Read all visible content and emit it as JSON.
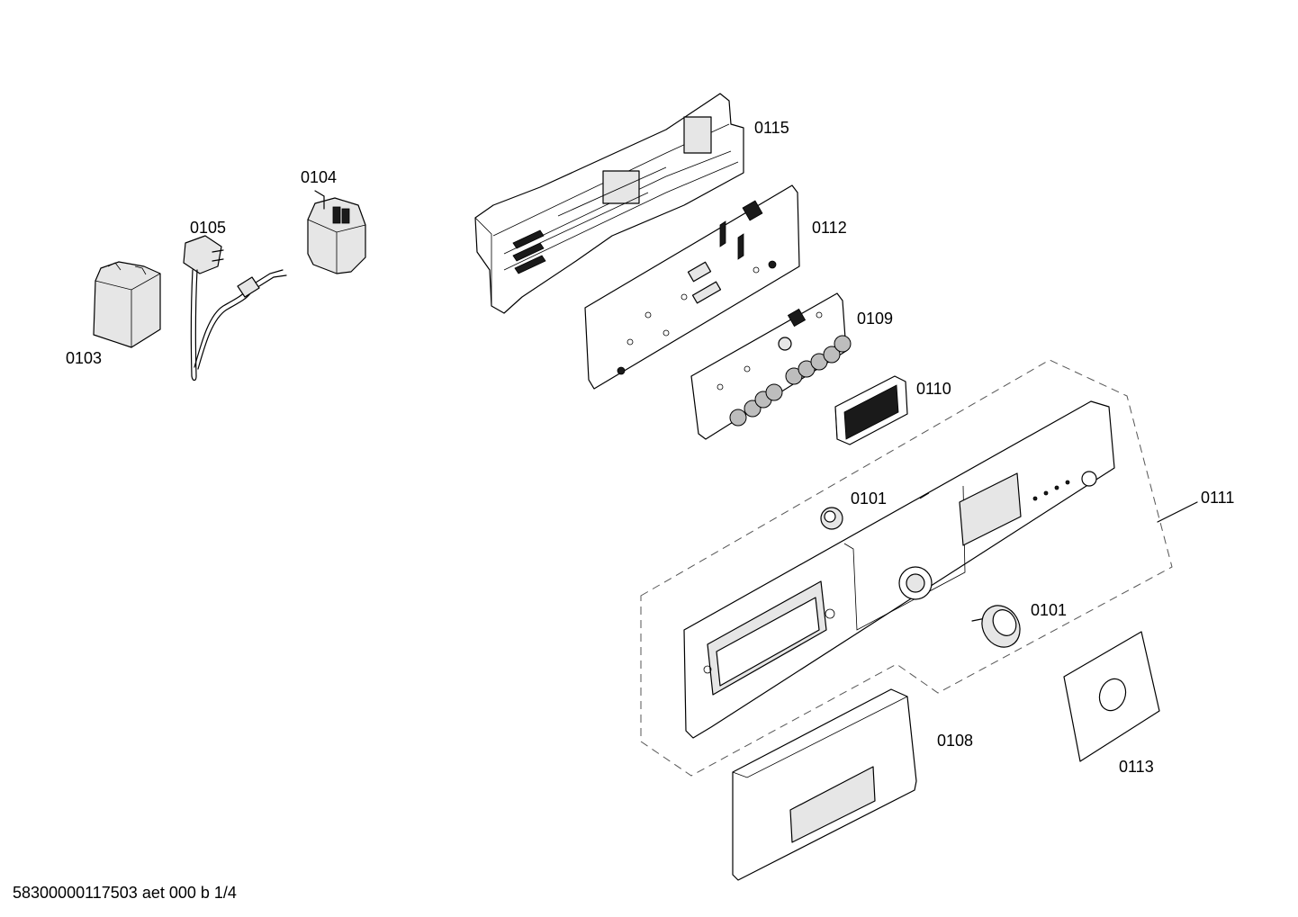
{
  "parts": [
    {
      "id": "p0103",
      "label": "0103"
    },
    {
      "id": "p0104",
      "label": "0104"
    },
    {
      "id": "p0105",
      "label": "0105"
    },
    {
      "id": "p0115",
      "label": "0115"
    },
    {
      "id": "p0112",
      "label": "0112"
    },
    {
      "id": "p0109",
      "label": "0109"
    },
    {
      "id": "p0110",
      "label": "0110"
    },
    {
      "id": "p0101a",
      "label": "0101"
    },
    {
      "id": "p0111",
      "label": "0111"
    },
    {
      "id": "p0101b",
      "label": "0101"
    },
    {
      "id": "p0108",
      "label": "0108"
    },
    {
      "id": "p0113",
      "label": "0113"
    }
  ],
  "footer": "58300000117503 aet 000 b 1/4"
}
